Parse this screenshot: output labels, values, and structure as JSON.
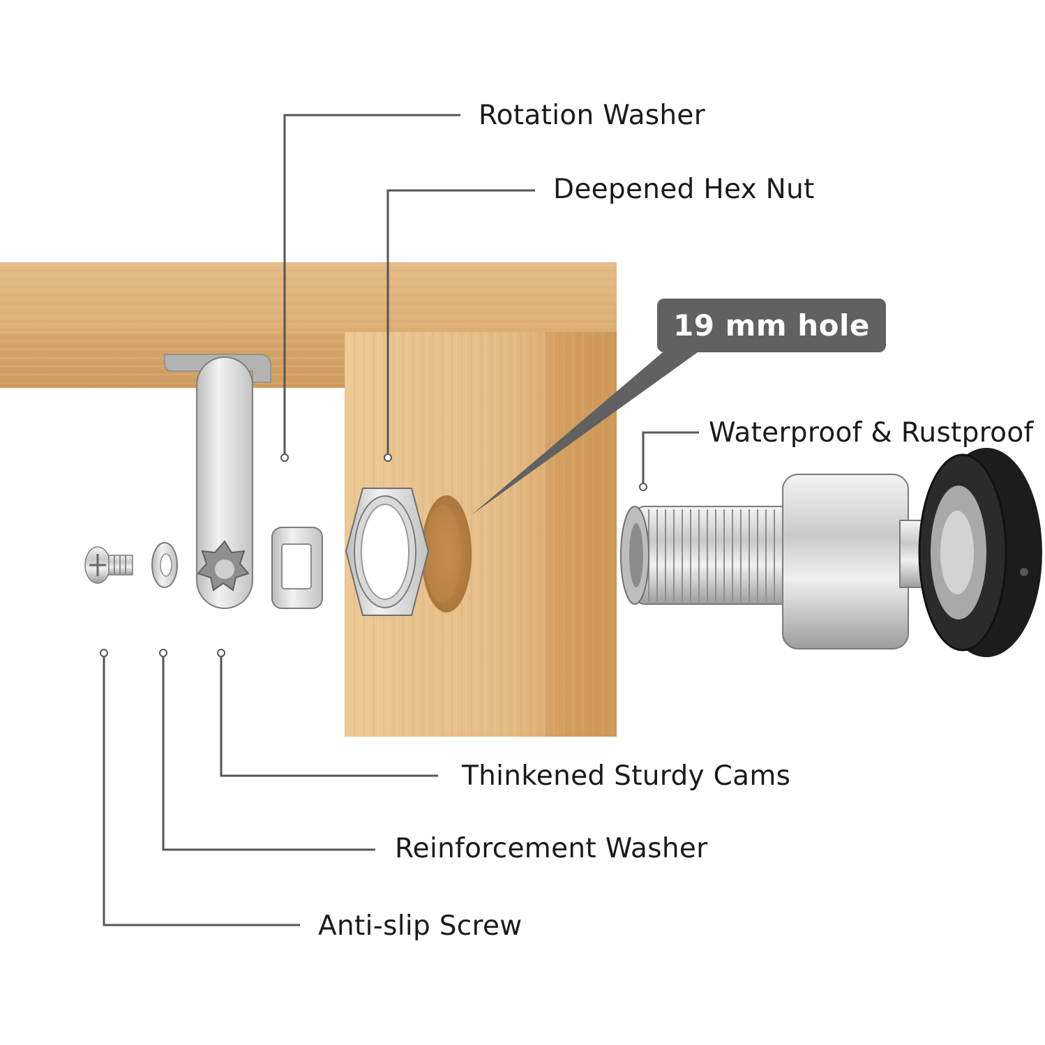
{
  "labels": {
    "rotation_washer": "Rotation Washer",
    "hex_nut": "Deepened Hex Nut",
    "hole_callout": "19 mm hole",
    "waterproof": "Waterproof & Rustproof",
    "cams": "Thinkened Sturdy Cams",
    "reinforcement_washer": "Reinforcement Washer",
    "screw": "Anti-slip Screw"
  },
  "colors": {
    "wood_light": "#e2b57f",
    "wood_mid": "#d3a163",
    "wood_dark": "#c08a4c",
    "metal": "#d7d7d7",
    "callout": "#616161",
    "leader": "#555555",
    "knob": "#1c1c1c"
  }
}
